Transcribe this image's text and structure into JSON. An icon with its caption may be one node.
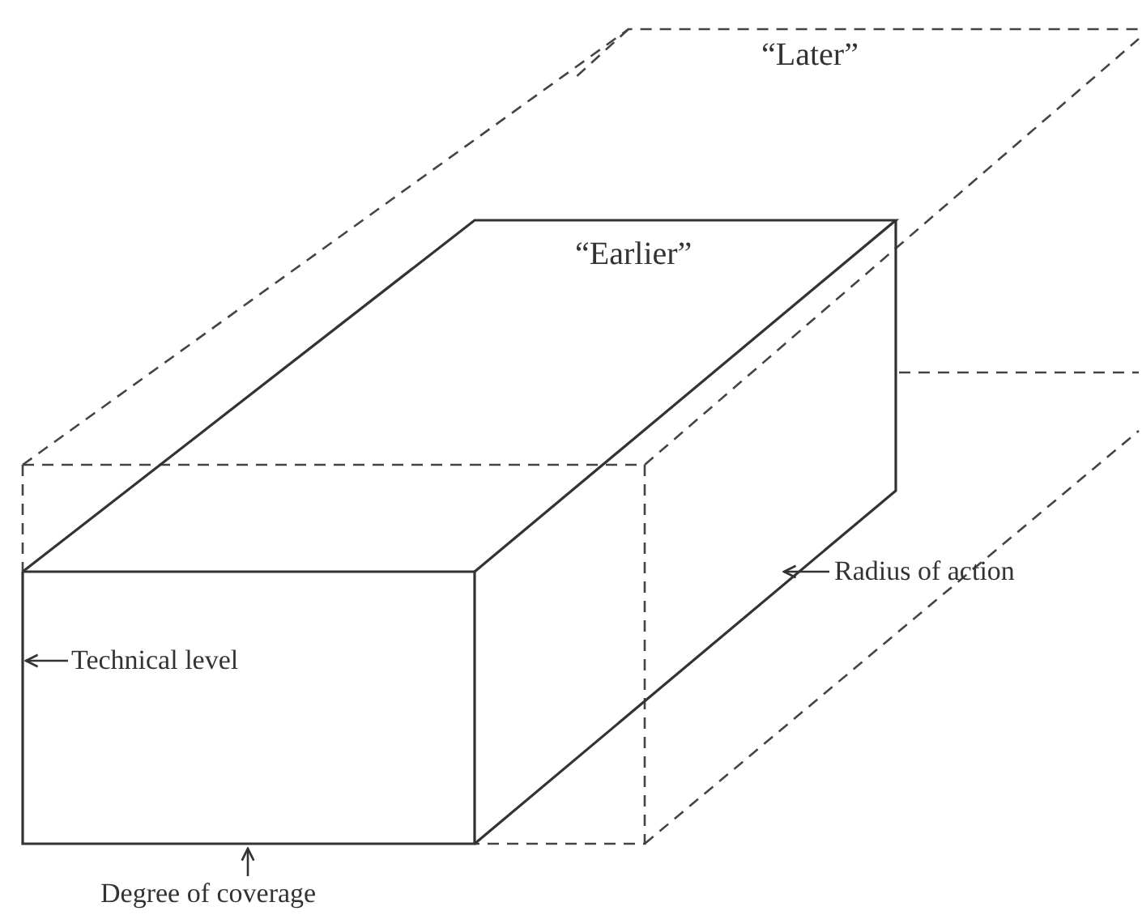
{
  "diagram": {
    "nodes": [
      {
        "text": [
          "Technical level"
        ]
      },
      {
        "text": [
          "Radius of action"
        ]
      },
      {
        "text": [
          "Degree of coverage"
        ]
      }
    ],
    "edges": [
      {
        "from": 0,
        "to": null,
        "arrow": "to"
      },
      {
        "from": 1,
        "to": null,
        "arrow": "to"
      },
      {
        "from": 2,
        "to": null,
        "arrow": "to"
      }
    ],
    "labels": [
      "“Later”",
      "“Earlier”"
    ]
  }
}
